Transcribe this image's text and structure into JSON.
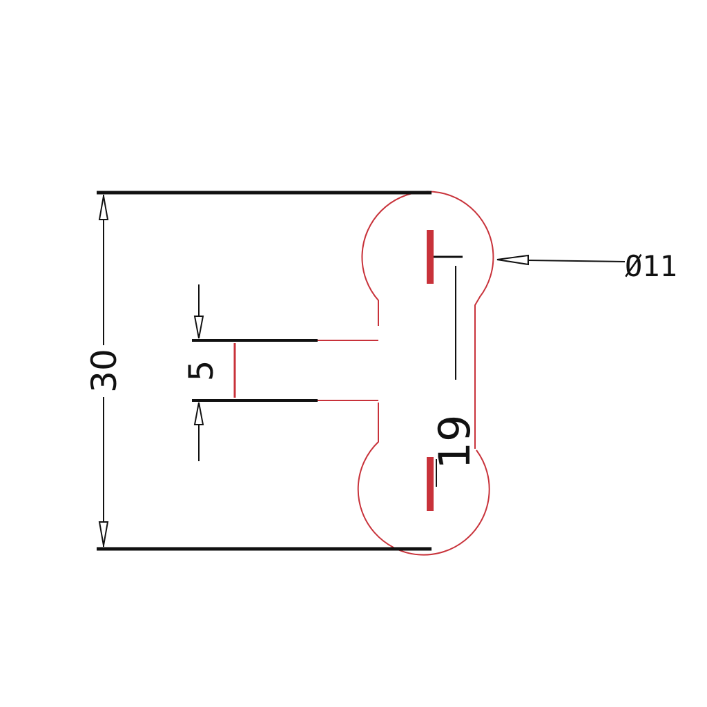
{
  "drawing": {
    "colors": {
      "profile": "#c8323a",
      "dimension": "#111111",
      "background": "#ffffff"
    },
    "dimensions": {
      "overall_height": "30",
      "slot_width": "5",
      "center_distance": "19",
      "hole_diameter": "Ø11"
    }
  }
}
